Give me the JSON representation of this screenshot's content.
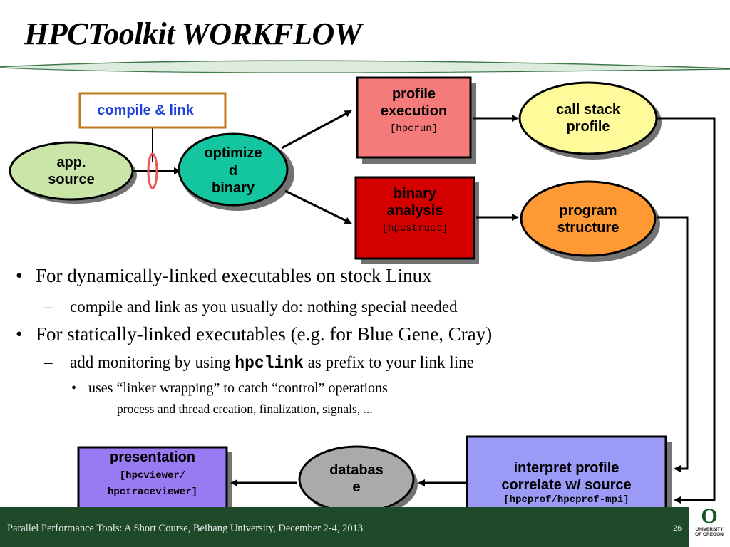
{
  "slide": {
    "title": "HPCToolkit WORKFLOW",
    "page_number": "26",
    "footer": "Parallel Performance Tools: A Short Course, Beihang University, December 2-4, 2013",
    "logo": {
      "letter": "O",
      "line1": "UNIVERSITY",
      "line2": "OF OREGON"
    }
  },
  "diagram": {
    "compile_link": "compile & link",
    "app_source": [
      "app.",
      "source"
    ],
    "optimized_binary": [
      "optimize",
      "d",
      "binary"
    ],
    "profile_execution": {
      "lines": [
        "profile",
        "execution"
      ],
      "tool": "[hpcrun]"
    },
    "binary_analysis": {
      "lines": [
        "binary",
        "analysis"
      ],
      "tool": "[hpcstruct]"
    },
    "call_stack_profile": [
      "call stack",
      "profile"
    ],
    "program_structure": [
      "program",
      "structure"
    ],
    "interpret_profile": {
      "lines": [
        "interpret profile",
        "correlate w/ source"
      ],
      "tool": "[hpcprof/hpcprof-mpi]"
    },
    "database": [
      "databas",
      "e"
    ],
    "presentation": {
      "line": "presentation",
      "tool": [
        "[hpcviewer/",
        "hpctraceviewer]"
      ]
    },
    "colors": {
      "app_source": "#c9e6a8",
      "optimized_binary": "#14c6a0",
      "profile_execution": "#f57a7a",
      "binary_analysis": "#d40000",
      "call_stack_profile": "#fffb9a",
      "program_structure": "#ff9933",
      "interpret_profile": "#9b9bf7",
      "database": "#aaaaaa",
      "presentation": "#9a7af2",
      "compile_link_border": "#c07a1a",
      "compile_link_text": "#1f3fd8"
    }
  },
  "bullets": {
    "b1": "For dynamically-linked executables on stock Linux",
    "b1_sub": "compile and link as you usually do: nothing special needed",
    "b2": "For statically-linked executables (e.g. for Blue Gene, Cray)",
    "b2_sub_pre": "add monitoring by using ",
    "b2_sub_code": "hpclink",
    "b2_sub_post": " as prefix to your link line",
    "b2_sub_sub": "uses “linker wrapping” to catch “control” operations",
    "b2_sub_sub_sub": "process and thread creation, finalization, signals, ..."
  }
}
